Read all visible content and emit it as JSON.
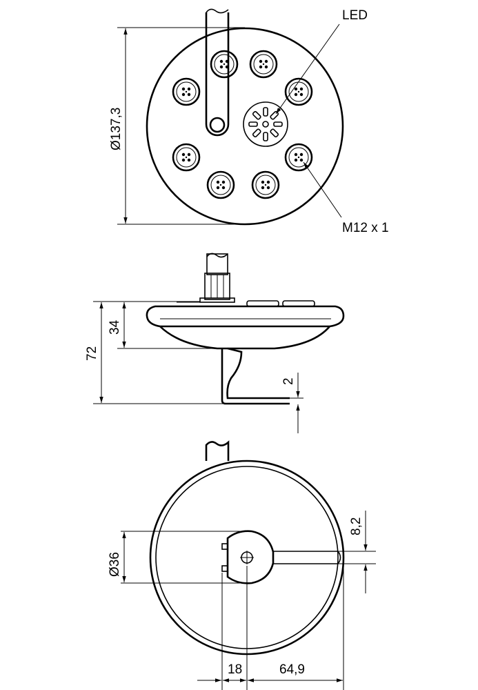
{
  "labels": {
    "led": "LED",
    "connector": "M12 x 1",
    "diameter_overall": "Ø137,3",
    "height_total": "72",
    "height_body": "34",
    "thickness": "2",
    "diameter_mount": "Ø36",
    "offset_small": "8,2",
    "dim_18": "18",
    "dim_64_9": "64,9"
  }
}
